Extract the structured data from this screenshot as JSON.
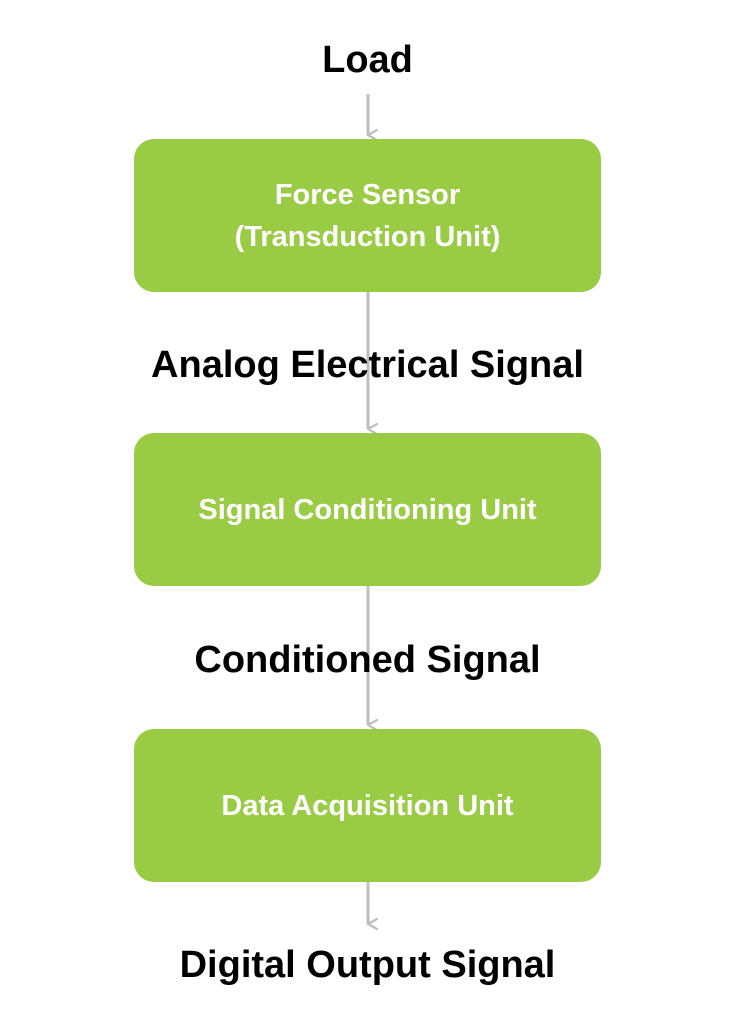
{
  "diagram": {
    "input_label": "Load",
    "stages": [
      {
        "title": "Force Sensor",
        "subtitle": "(Transduction Unit)"
      },
      {
        "title": "Signal Conditioning Unit"
      },
      {
        "title": "Data Acquisition Unit"
      }
    ],
    "signals": [
      "Analog Electrical Signal",
      "Conditioned Signal",
      "Digital Output Signal"
    ]
  },
  "colors": {
    "box_fill": "#99cc44",
    "box_text": "#ffffff",
    "arrow": "#bdbdbd",
    "label_text": "#000000"
  }
}
